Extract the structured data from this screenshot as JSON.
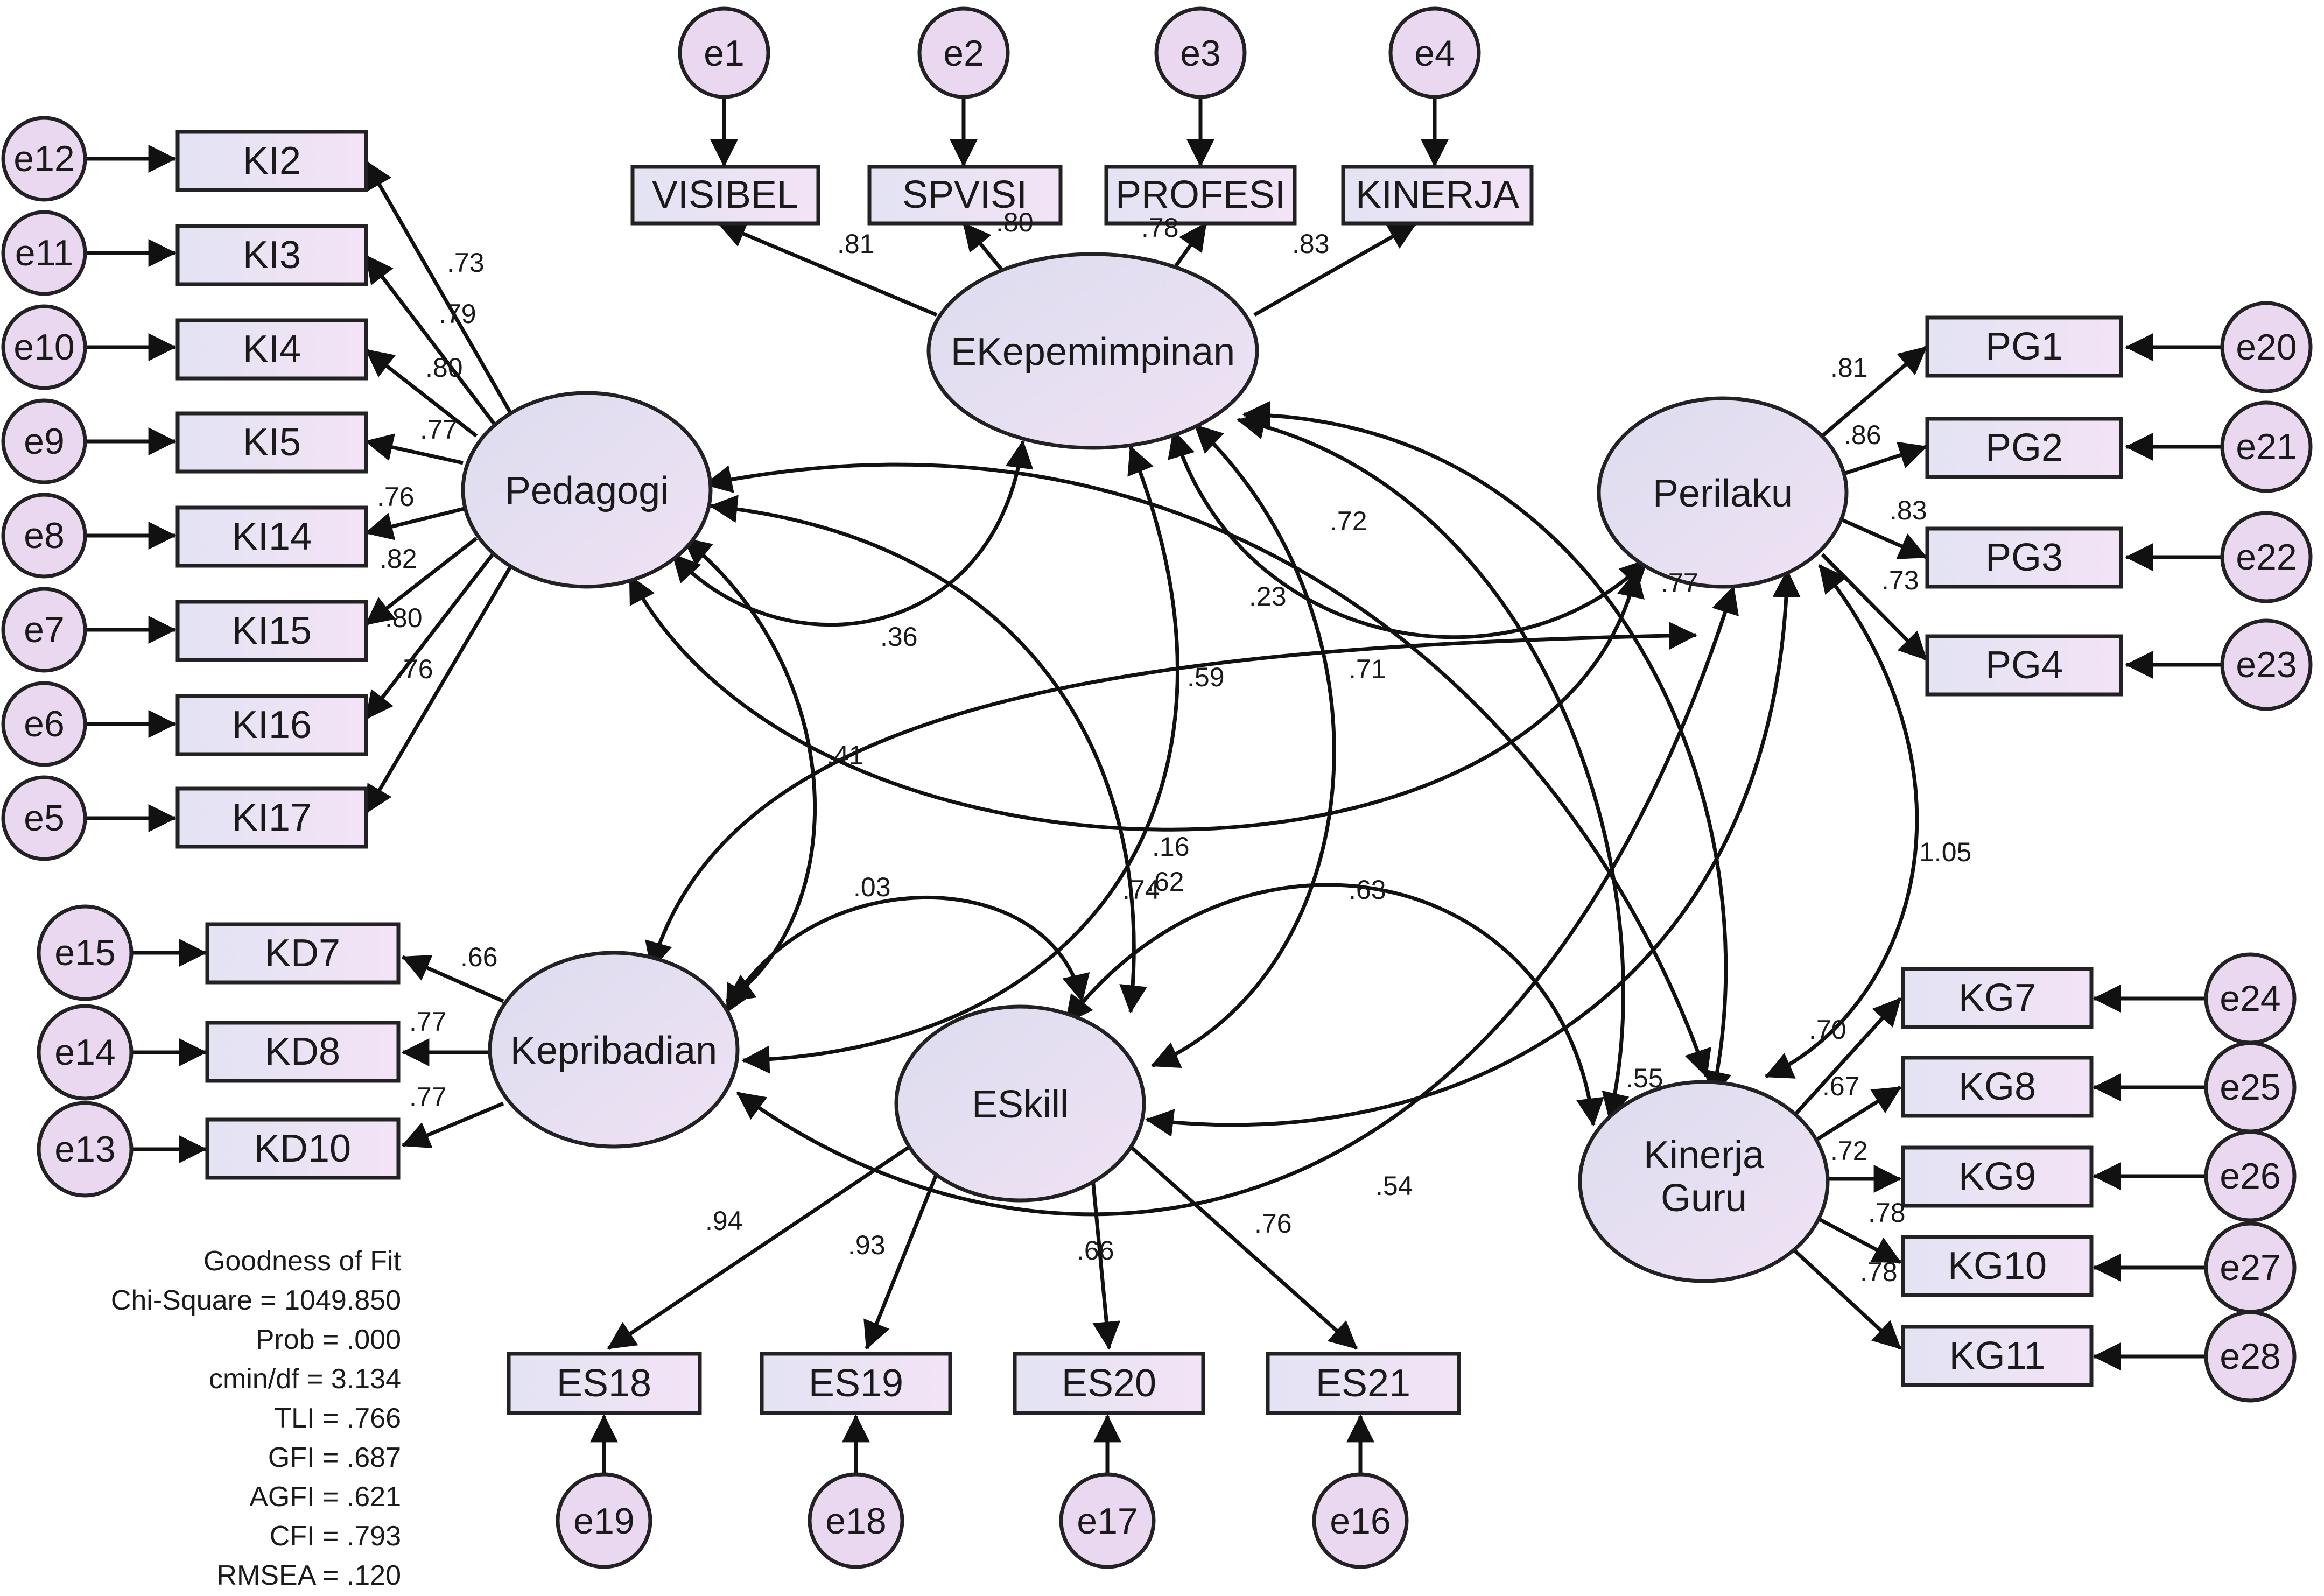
{
  "colors": {
    "indicator_box": "#ebe7f4",
    "error_circle": "#ead8f0",
    "latent_fill": "#e6dff1",
    "line": "#111111"
  },
  "latents": {
    "ekepemimpinan": "EKepemimpinan",
    "pedagogi": "Pedagogi",
    "perilaku": "Perilaku",
    "kepribadian": "Kepribadian",
    "eskill": "ESkill",
    "kinerja_guru_1": "Kinerja",
    "kinerja_guru_2": "Guru"
  },
  "indicators": {
    "VISIBEL": "VISIBEL",
    "SPVISI": "SPVISI",
    "PROFESI": "PROFESI",
    "KINERJA": "KINERJA",
    "KI2": "KI2",
    "KI3": "KI3",
    "KI4": "KI4",
    "KI5": "KI5",
    "KI14": "KI14",
    "KI15": "KI15",
    "KI16": "KI16",
    "KI17": "KI17",
    "PG1": "PG1",
    "PG2": "PG2",
    "PG3": "PG3",
    "PG4": "PG4",
    "KD7": "KD7",
    "KD8": "KD8",
    "KD10": "KD10",
    "ES18": "ES18",
    "ES19": "ES19",
    "ES20": "ES20",
    "ES21": "ES21",
    "KG7": "KG7",
    "KG8": "KG8",
    "KG9": "KG9",
    "KG10": "KG10",
    "KG11": "KG11"
  },
  "errors": {
    "e1": "e1",
    "e2": "e2",
    "e3": "e3",
    "e4": "e4",
    "e5": "e5",
    "e6": "e6",
    "e7": "e7",
    "e8": "e8",
    "e9": "e9",
    "e10": "e10",
    "e11": "e11",
    "e12": "e12",
    "e13": "e13",
    "e14": "e14",
    "e15": "e15",
    "e16": "e16",
    "e17": "e17",
    "e18": "e18",
    "e19": "e19",
    "e20": "e20",
    "e21": "e21",
    "e22": "e22",
    "e23": "e23",
    "e24": "e24",
    "e25": "e25",
    "e26": "e26",
    "e27": "e27",
    "e28": "e28"
  },
  "loadings": {
    "VISIBEL": ".81",
    "SPVISI": ".80",
    "PROFESI": ".78",
    "KINERJA": ".83",
    "KI2": ".73",
    "KI3": ".79",
    "KI4": ".80",
    "KI5": ".77",
    "KI14": ".76",
    "KI15": ".82",
    "KI16": ".80",
    "KI17": ".76",
    "PG1": ".81",
    "PG2": ".86",
    "PG3": ".83",
    "PG4": ".73",
    "KD7": ".66",
    "KD8": ".77",
    "KD10": ".77",
    "ES18": ".94",
    "ES19": ".93",
    "ES20": ".66",
    "ES21": ".76",
    "KG7": ".70",
    "KG8": ".67",
    "KG9": ".72",
    "KG10": ".78",
    "KG11": ".78"
  },
  "covariances": {
    "ped_ek": ".36",
    "ped_per": ".41",
    "ped_kep": ".03",
    "ped_es": ".16",
    "ped_kg": ".59",
    "ek_per": ".72",
    "ek_kep": ".74",
    "ek_es": ".71",
    "ek_kg": ".23",
    "kep_es": ".62",
    "kep_per": ".77",
    "kep_kg": ".54",
    "es_per": ".55",
    "es_kg": ".63",
    "per_kg": "1.05"
  },
  "fit": {
    "title": "Goodness of Fit",
    "chi_square": "Chi-Square = 1049.850",
    "prob": "Prob = .000",
    "cmin_df": "cmin/df = 3.134",
    "tli": "TLI = .766",
    "gfi": "GFI = .687",
    "agfi": "AGFI = .621",
    "cfi": "CFI = .793",
    "rmsea": "RMSEA = .120"
  }
}
